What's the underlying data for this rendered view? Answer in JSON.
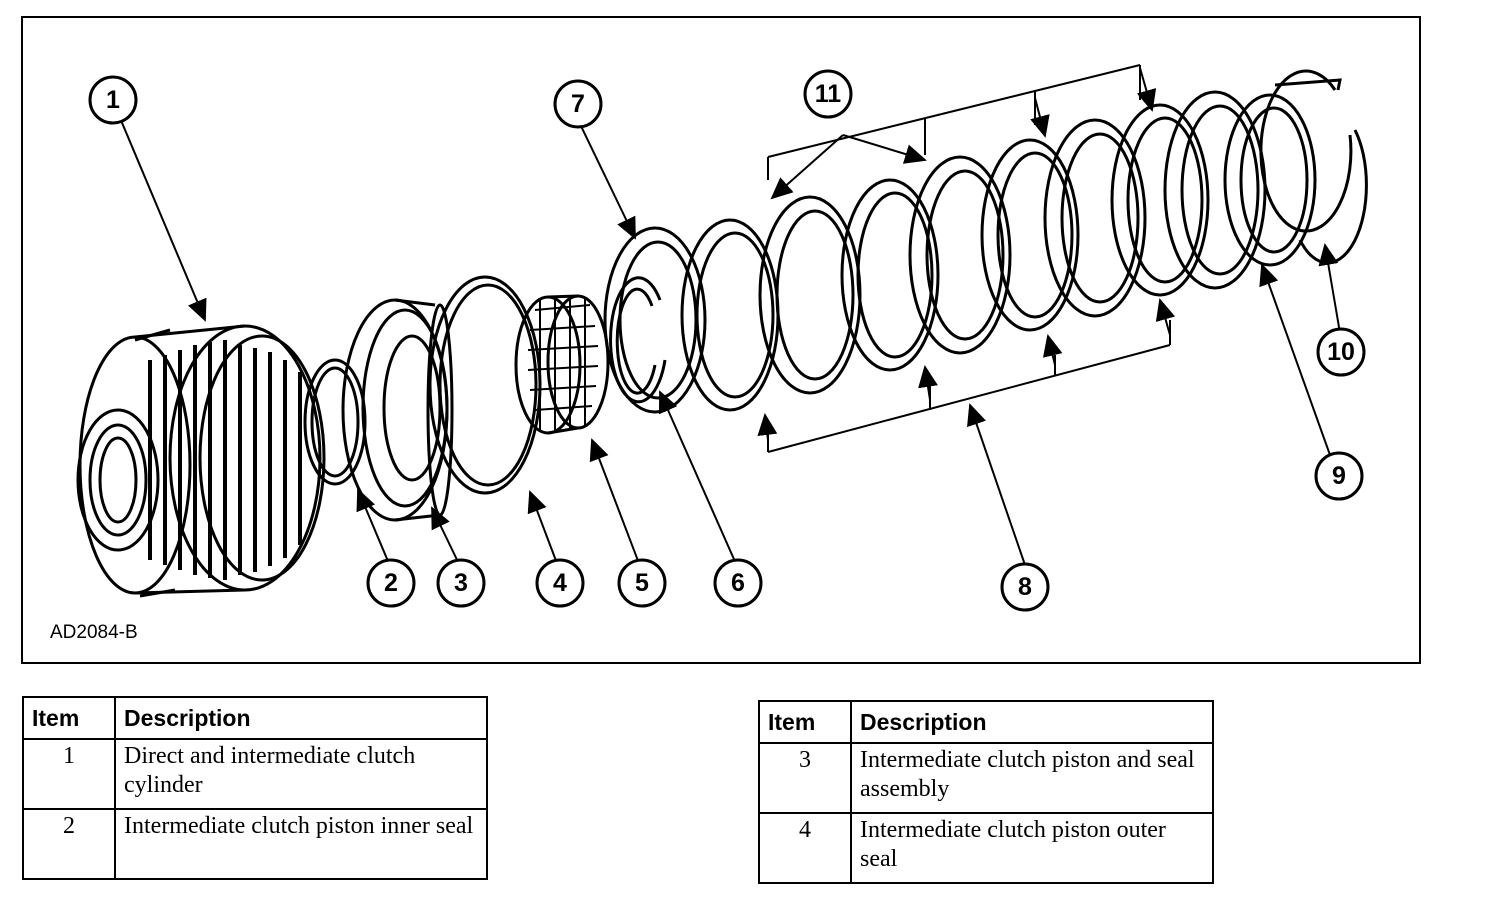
{
  "figure": {
    "reference_code": "AD2084-B",
    "callouts": [
      "1",
      "2",
      "3",
      "4",
      "5",
      "6",
      "7",
      "8",
      "9",
      "10",
      "11"
    ]
  },
  "legend_left": {
    "header_item": "Item",
    "header_description": "Description",
    "rows": [
      {
        "item": "1",
        "description": "Direct and intermediate clutch cylinder"
      },
      {
        "item": "2",
        "description": "Intermediate clutch piston inner seal"
      }
    ]
  },
  "legend_right": {
    "header_item": "Item",
    "header_description": "Description",
    "rows": [
      {
        "item": "3",
        "description": "Intermediate clutch piston and seal assembly"
      },
      {
        "item": "4",
        "description": "Intermediate clutch piston outer seal"
      }
    ]
  }
}
